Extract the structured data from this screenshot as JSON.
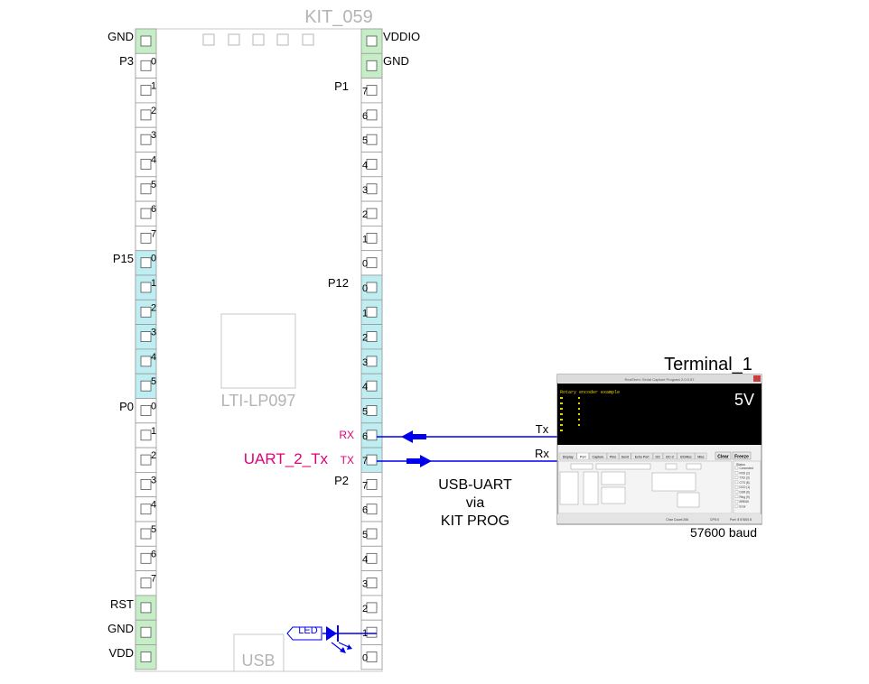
{
  "board": {
    "title": "KIT_059",
    "chip_label": "LTI-LP097",
    "usb_label": "USB"
  },
  "left_header": {
    "top_power": "GND",
    "port_a": "P3",
    "port_b": "P15",
    "port_c": "P0",
    "bottom_power": [
      "RST",
      "GND",
      "VDD"
    ],
    "pin_numbers_a": [
      "0",
      "1",
      "2",
      "3",
      "4",
      "5",
      "6",
      "7"
    ],
    "pin_numbers_b": [
      "0",
      "1",
      "2",
      "3",
      "4",
      "5"
    ],
    "pin_numbers_c": [
      "0",
      "1",
      "2",
      "3",
      "4",
      "5",
      "6",
      "7"
    ]
  },
  "right_header": {
    "top_power": [
      "VDDIO",
      "GND"
    ],
    "port_a": "P1",
    "port_b": "P12",
    "port_c": "P2",
    "pin_numbers_a": [
      "7",
      "6",
      "5",
      "4",
      "3",
      "2",
      "1",
      "0"
    ],
    "pin_numbers_b": [
      "0",
      "1",
      "2",
      "3",
      "4",
      "5",
      "6",
      "7"
    ],
    "pin_numbers_c": [
      "7",
      "6",
      "5",
      "4",
      "3",
      "2",
      "1",
      "0"
    ]
  },
  "signals": {
    "rx_tag": "RX",
    "tx_tag": "TX",
    "uart_name": "UART_2_Tx",
    "led_label": "LED"
  },
  "link": {
    "line1": "USB-UART",
    "line2": "via",
    "line3": "KIT PROG",
    "tx": "Tx",
    "rx": "Rx"
  },
  "terminal": {
    "name": "Terminal_1",
    "voltage": "5V",
    "baud": "57600 baud",
    "window_title": "RealTerm: Serial Capture Program 2.0.0.57",
    "console_text": "Rotary encoder example",
    "tabs": [
      "Display",
      "Port",
      "Capture",
      "Pins",
      "Send",
      "Echo Port",
      "I2C",
      "I2C-2",
      "I2CMisc",
      "Misc"
    ],
    "status_items": [
      "Connected",
      "RXD (2)",
      "TXD (3)",
      "CTS (8)",
      "DCD (1)",
      "DSR (6)",
      "Ring (9)",
      "BREAK",
      "Error"
    ],
    "status_bar": [
      "Char Count:206",
      "CPS:0",
      "Port: 8 57600 8"
    ],
    "clear_label": "Clear",
    "freeze_label": "Freeze",
    "status_heading": "Status"
  },
  "colors": {
    "green_pad": "#c6eec6",
    "cyan_pad": "#bfeef2",
    "accent_magenta": "#e0007a",
    "wire_blue": "#0000ee"
  }
}
